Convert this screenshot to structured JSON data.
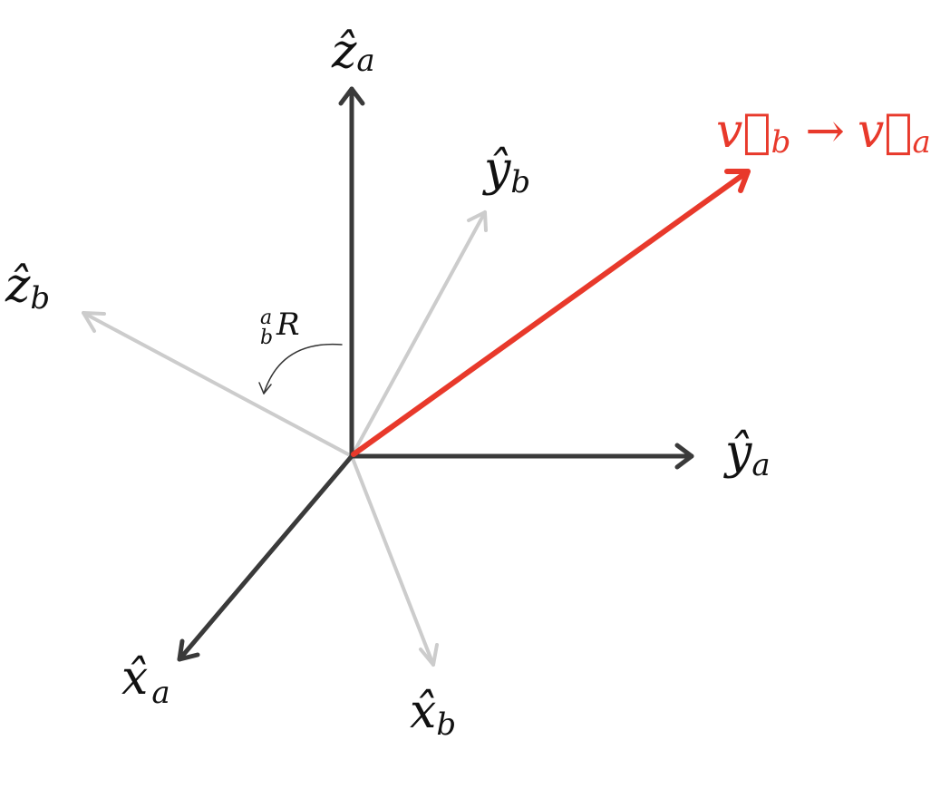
{
  "colors": {
    "frame_a": "#3a3a3a",
    "frame_b": "#cccccc",
    "vector": "#e8392b",
    "rotation_arrow": "#333333",
    "background": "#ffffff"
  },
  "labels": {
    "z_a": {
      "base": "ẑ",
      "sub": "a"
    },
    "y_a": {
      "base": "ŷ",
      "sub": "a"
    },
    "x_a": {
      "base": "x̂",
      "sub": "a"
    },
    "z_b": {
      "base": "ẑ",
      "sub": "b"
    },
    "y_b": {
      "base": "ŷ",
      "sub": "b"
    },
    "x_b": {
      "base": "x̂",
      "sub": "b"
    },
    "vector": {
      "from_base": "v⃗",
      "from_sub": "b",
      "arrow": "→",
      "to_base": "v⃗",
      "to_sub": "a"
    },
    "rotation": {
      "sup": "a",
      "sub": "b",
      "symbol": "R"
    }
  }
}
